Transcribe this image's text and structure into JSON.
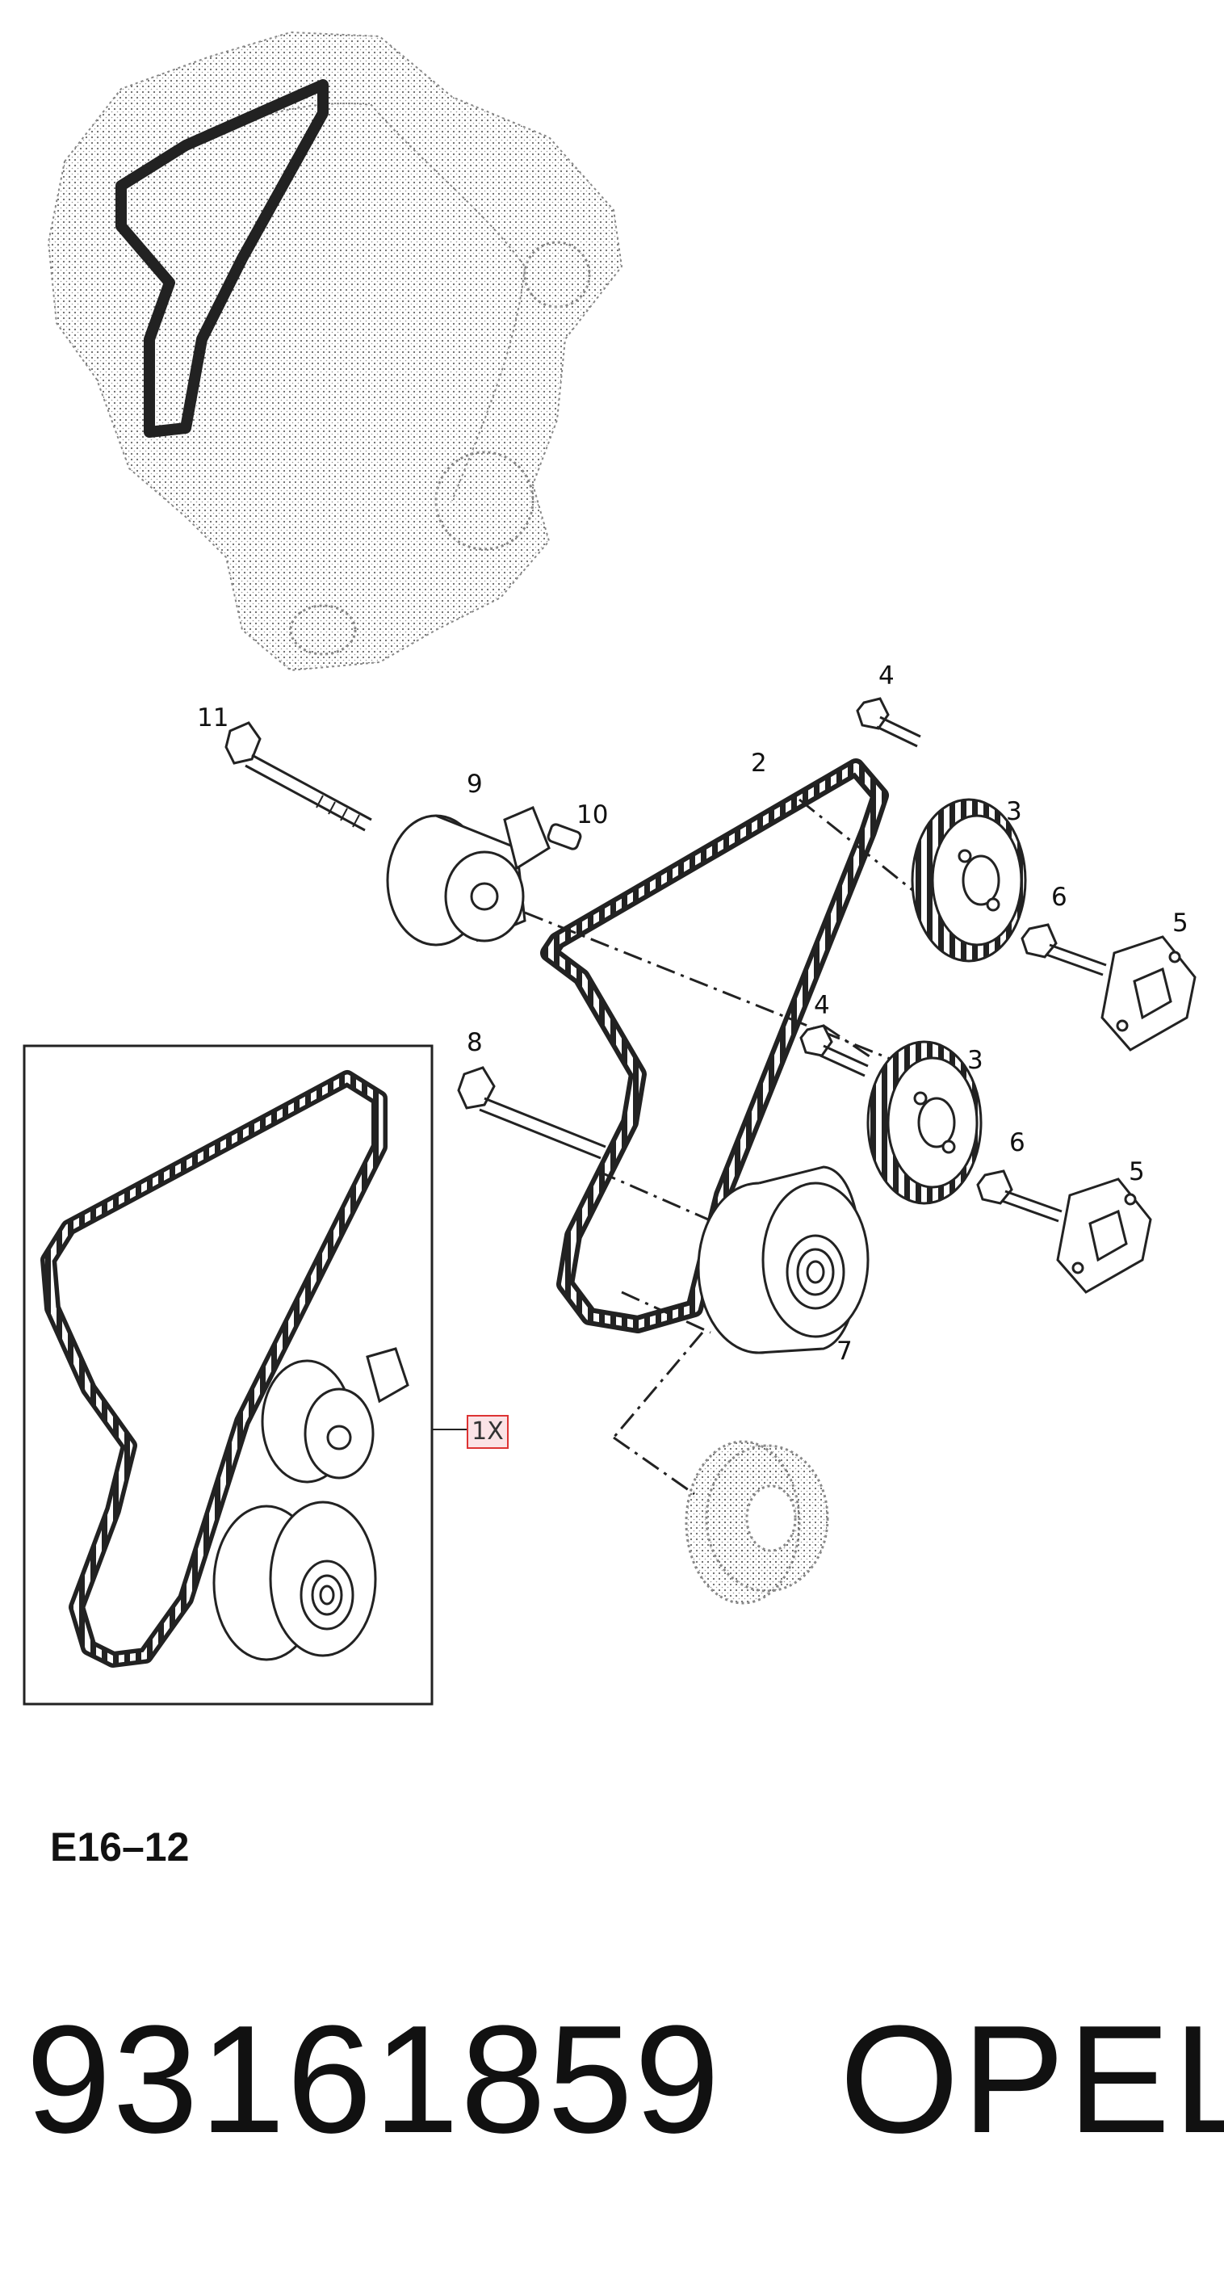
{
  "callouts": [
    "11",
    "9",
    "10",
    "2",
    "4",
    "3",
    "6",
    "5",
    "8",
    "4",
    "3",
    "6",
    "5",
    "7"
  ],
  "kit_badge": "1X",
  "diagram_code": "E16–12",
  "part_number": "93161859",
  "brand": "OPEL"
}
